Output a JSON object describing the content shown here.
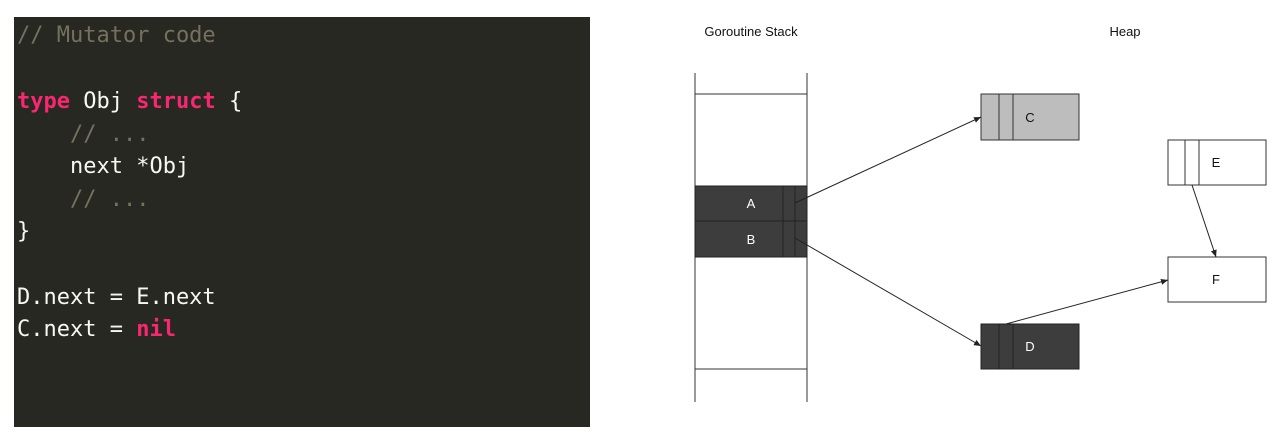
{
  "code": {
    "lines": [
      [
        {
          "t": "// Mutator code",
          "k": "comment"
        }
      ],
      [],
      [
        {
          "t": "type",
          "k": "keyword"
        },
        {
          "t": " Obj ",
          "k": "plain"
        },
        {
          "t": "struct",
          "k": "keyword"
        },
        {
          "t": " {",
          "k": "plain"
        }
      ],
      [
        {
          "t": "    // ...",
          "k": "comment"
        }
      ],
      [
        {
          "t": "    next *Obj",
          "k": "plain"
        }
      ],
      [
        {
          "t": "    // ...",
          "k": "comment"
        }
      ],
      [
        {
          "t": "}",
          "k": "plain"
        }
      ],
      [],
      [
        {
          "t": "D.next = E.next",
          "k": "plain"
        }
      ],
      [
        {
          "t": "C.next = ",
          "k": "plain"
        },
        {
          "t": "nil",
          "k": "keyword"
        }
      ]
    ]
  },
  "diagram": {
    "stack_title": "Goroutine Stack",
    "heap_title": "Heap",
    "stack_slots": [
      {
        "label": "A",
        "color": "#3d3d3d"
      },
      {
        "label": "B",
        "color": "#3d3d3d"
      }
    ],
    "heap_objects": {
      "C": {
        "label": "C",
        "color": "#bdbdbd"
      },
      "D": {
        "label": "D",
        "color": "#3d3d3d"
      },
      "E": {
        "label": "E",
        "color": "#ffffff"
      },
      "F": {
        "label": "F",
        "color": "#ffffff"
      }
    },
    "pointers": [
      {
        "from": "A",
        "to": "C"
      },
      {
        "from": "B",
        "to": "D"
      },
      {
        "from": "D",
        "to": "F"
      },
      {
        "from": "E",
        "to": "F"
      }
    ]
  }
}
